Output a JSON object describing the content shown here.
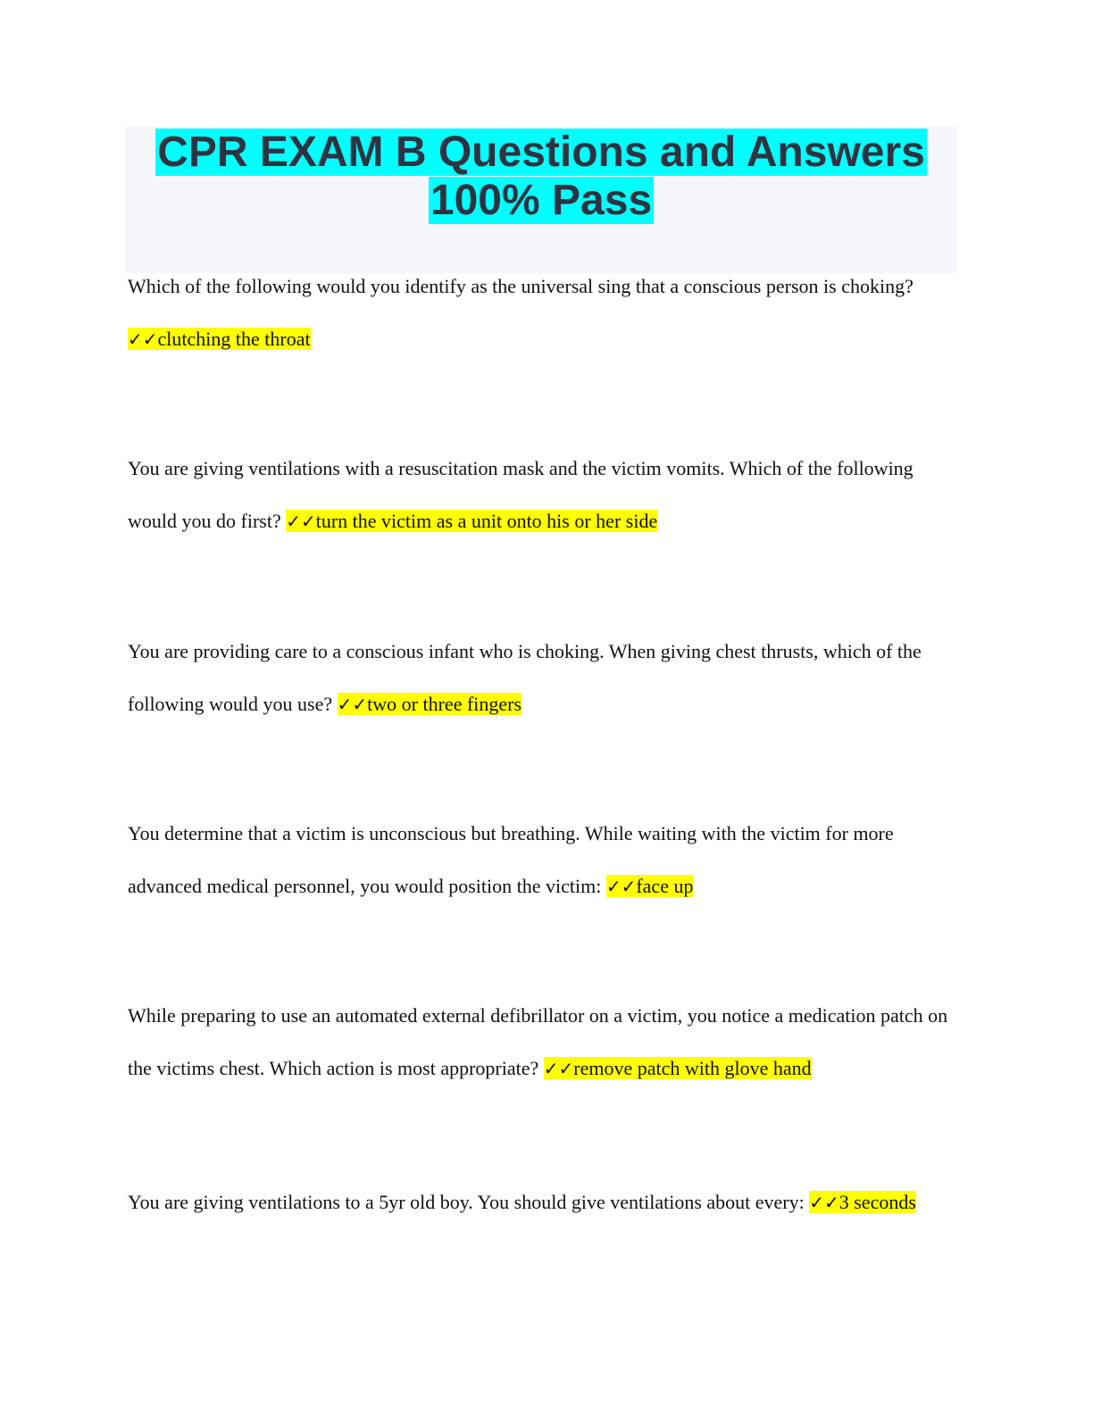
{
  "document": {
    "title_line1": "CPR EXAM B Questions and Answers",
    "title_line2": "100% Pass",
    "check_mark": "✓✓"
  },
  "items": [
    {
      "question": "Which of the following would you identify as the universal sing that a conscious person is choking? ",
      "answer": "clutching the throat"
    },
    {
      "question": "You are giving ventilations with a resuscitation mask and the victim vomits. Which of the following would you do first? ",
      "answer": "turn the victim as a unit onto his or her side"
    },
    {
      "question": "You are providing care to a conscious infant who is choking. When giving chest thrusts, which of the following would you use? ",
      "answer": "two or three fingers"
    },
    {
      "question": "You determine that a victim is unconscious but breathing. While waiting with the victim for more advanced medical personnel, you would position the victim: ",
      "answer": "face up"
    },
    {
      "question": "While preparing to use an automated external defibrillator on a victim, you notice a medication patch on the victims chest. Which action is most appropriate? ",
      "answer": "remove patch with glove hand"
    },
    {
      "question": "You are giving ventilations to a 5yr old boy. You should give ventilations about every: ",
      "answer": "3 seconds"
    }
  ]
}
